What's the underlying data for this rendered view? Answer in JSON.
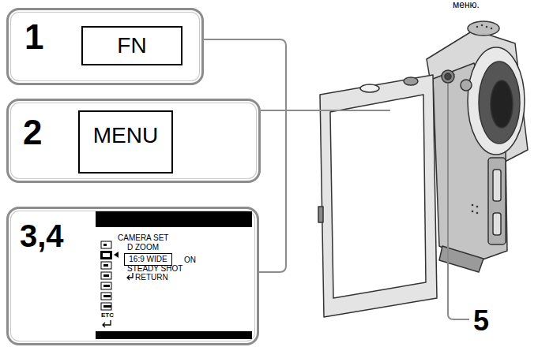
{
  "diagram": {
    "nodes": [
      {
        "text": [
          "1"
        ]
      },
      {
        "text": [
          "FN"
        ],
        "in": 0
      },
      {
        "text": [
          "2"
        ]
      },
      {
        "text": [
          "MENU"
        ],
        "in": 2
      },
      {
        "text": [
          "3,4"
        ]
      },
      {
        "text": [
          "CAMERA SET",
          "D ZOOM",
          "ON",
          "STEADY SHOT",
          "RETURN",
          "ETC"
        ],
        "in": 4
      },
      {
        "text": [
          "16:9 WIDE"
        ],
        "in": 5
      }
    ],
    "edges": [
      {
        "from": 0,
        "to": 4,
        "arrow": "none"
      }
    ],
    "labels": [
      "меню.",
      "5"
    ]
  }
}
